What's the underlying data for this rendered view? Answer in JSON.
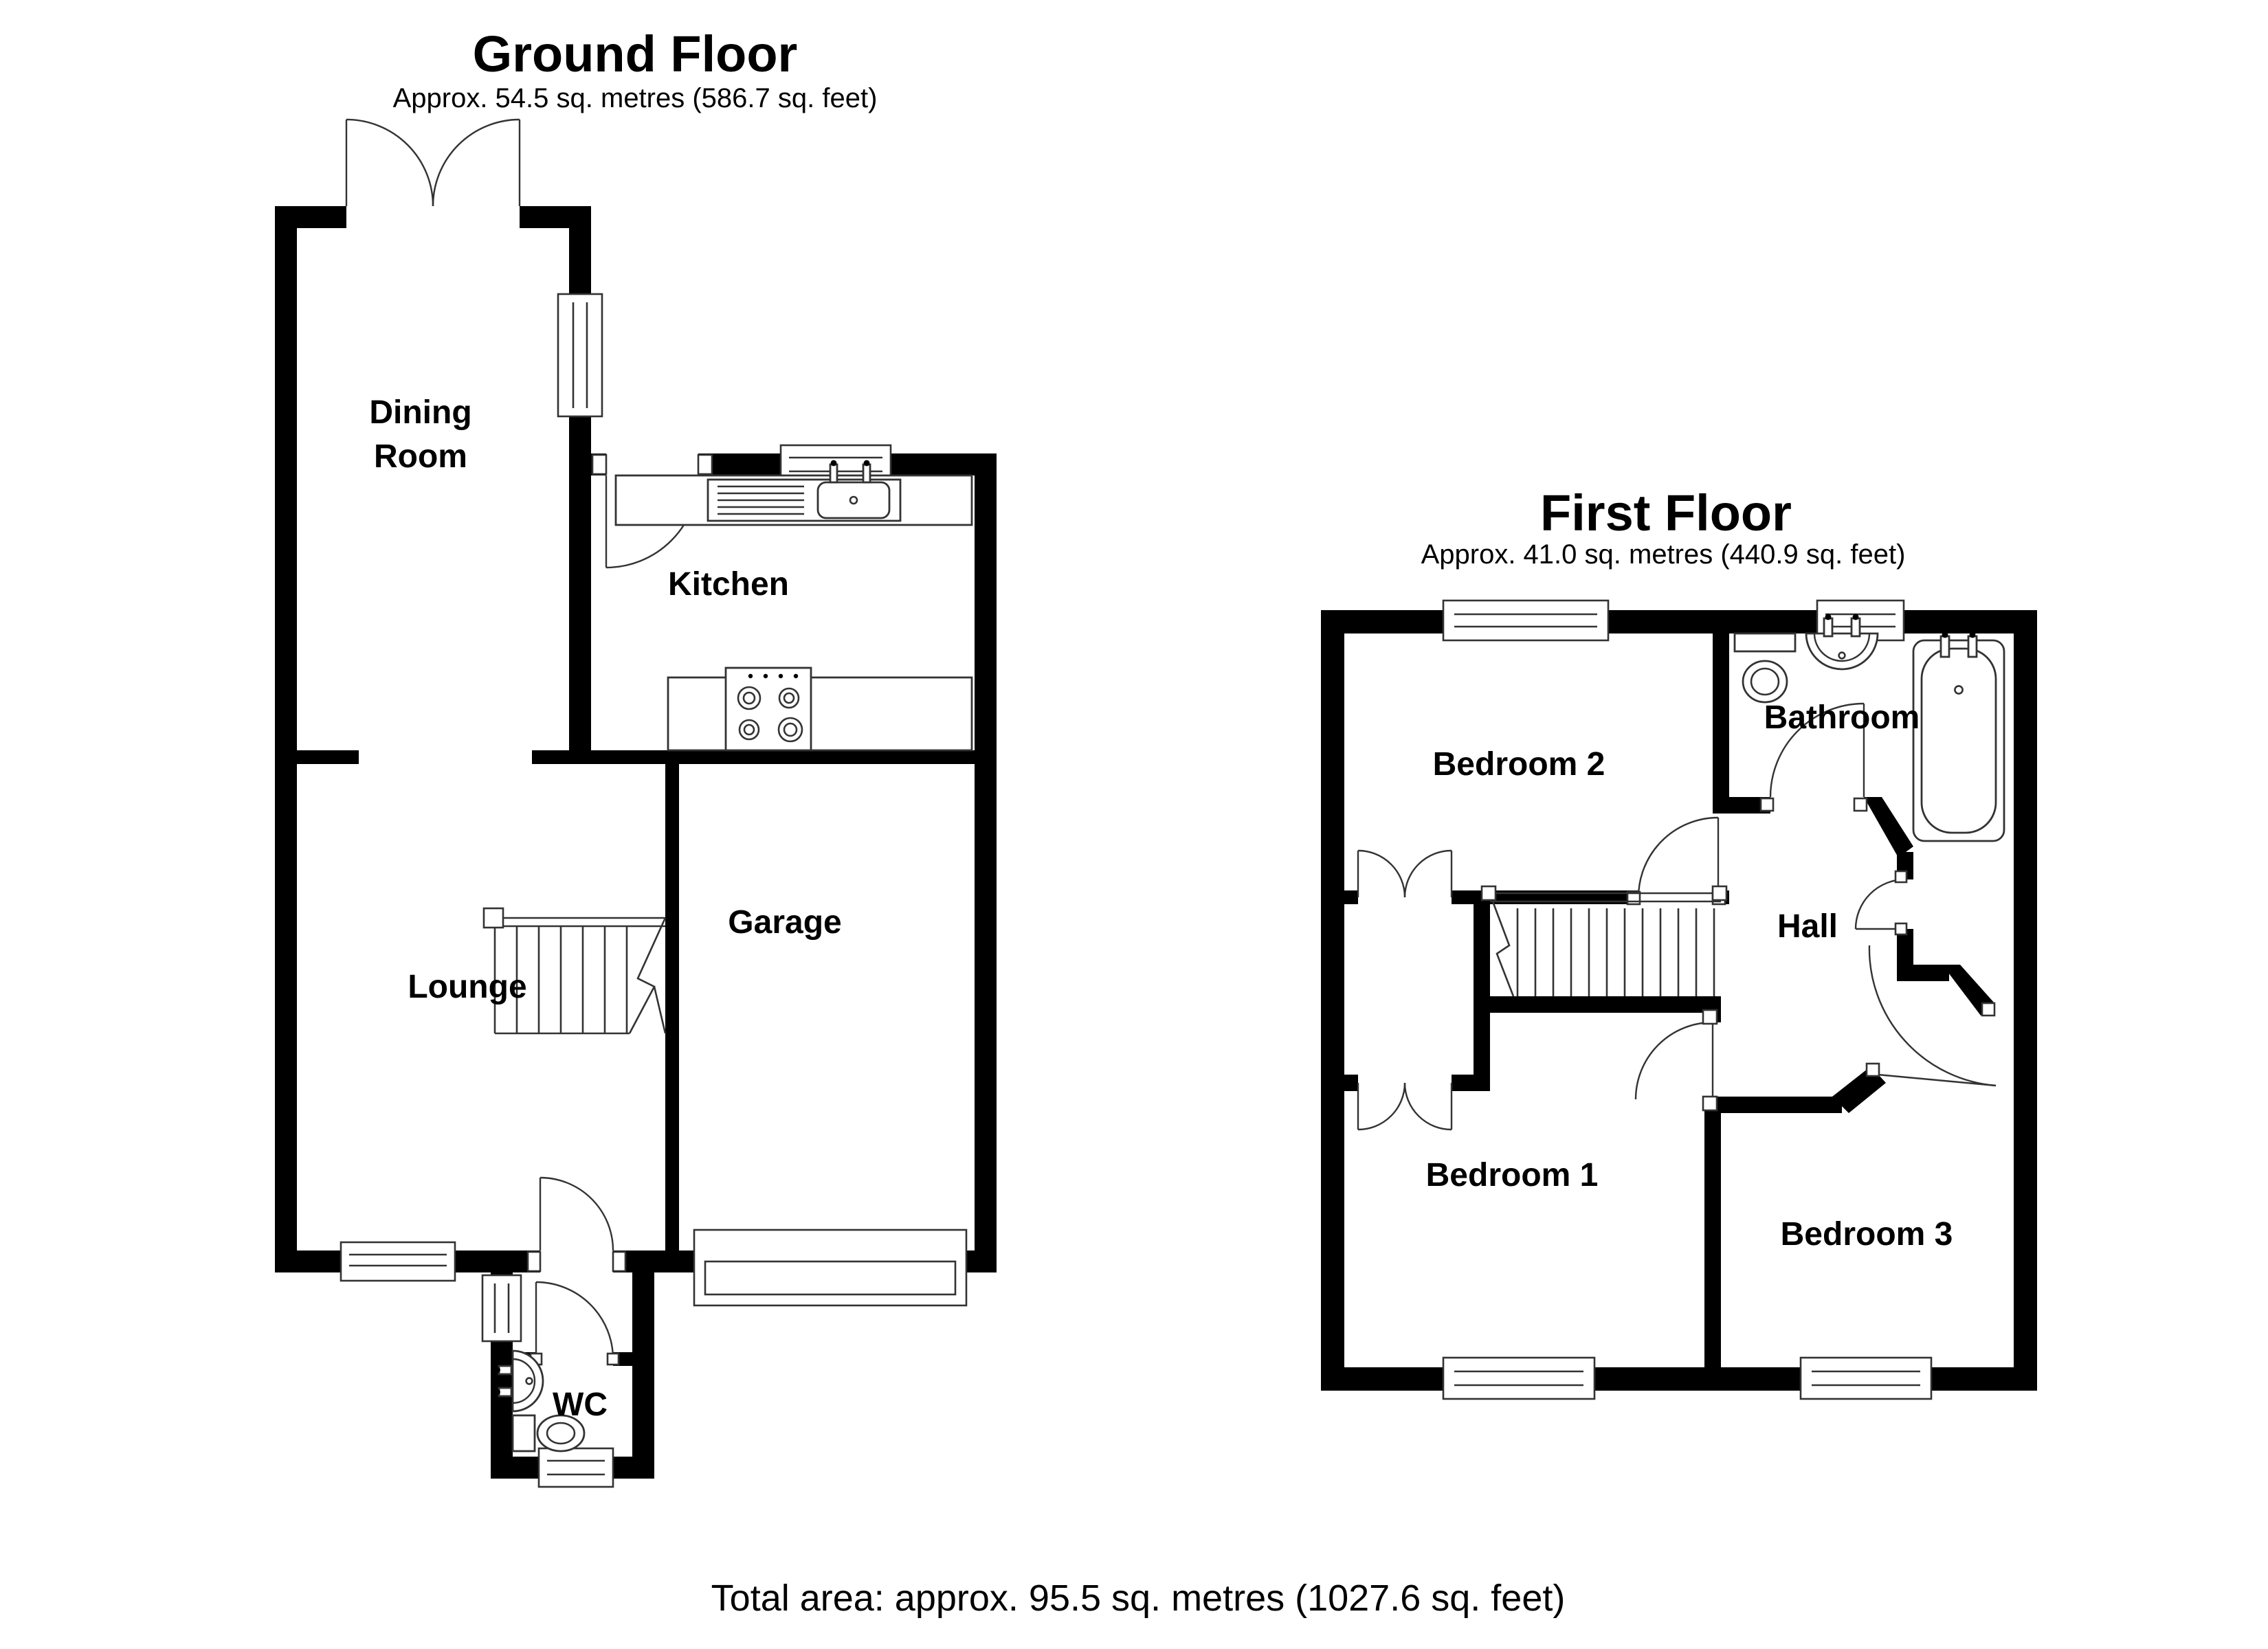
{
  "ground_floor": {
    "title": "Ground Floor",
    "subtitle": "Approx. 54.5 sq. metres (586.7 sq. feet)",
    "rooms": {
      "dining": {
        "line1": "Dining",
        "line2": "Room"
      },
      "kitchen": "Kitchen",
      "lounge": "Lounge",
      "garage": "Garage",
      "wc": "WC"
    },
    "fixtures": [
      "kitchen-sink",
      "stove-hob",
      "staircase",
      "garage-door",
      "wash-basin",
      "toilet"
    ]
  },
  "first_floor": {
    "title": "First Floor",
    "subtitle": "Approx. 41.0 sq. metres (440.9 sq. feet)",
    "rooms": {
      "bedroom2": "Bedroom 2",
      "bathroom": "Bathroom",
      "hall": "Hall",
      "bedroom1": "Bedroom 1",
      "bedroom3": "Bedroom 3"
    },
    "fixtures": [
      "toilet",
      "wash-basin",
      "bathtub",
      "staircase",
      "wardrobe-doors"
    ]
  },
  "footer": {
    "total_area": "Total area: approx. 95.5 sq. metres (1027.6 sq. feet)"
  },
  "colors": {
    "wall": "#000000",
    "line": "#333333",
    "background": "#ffffff"
  }
}
